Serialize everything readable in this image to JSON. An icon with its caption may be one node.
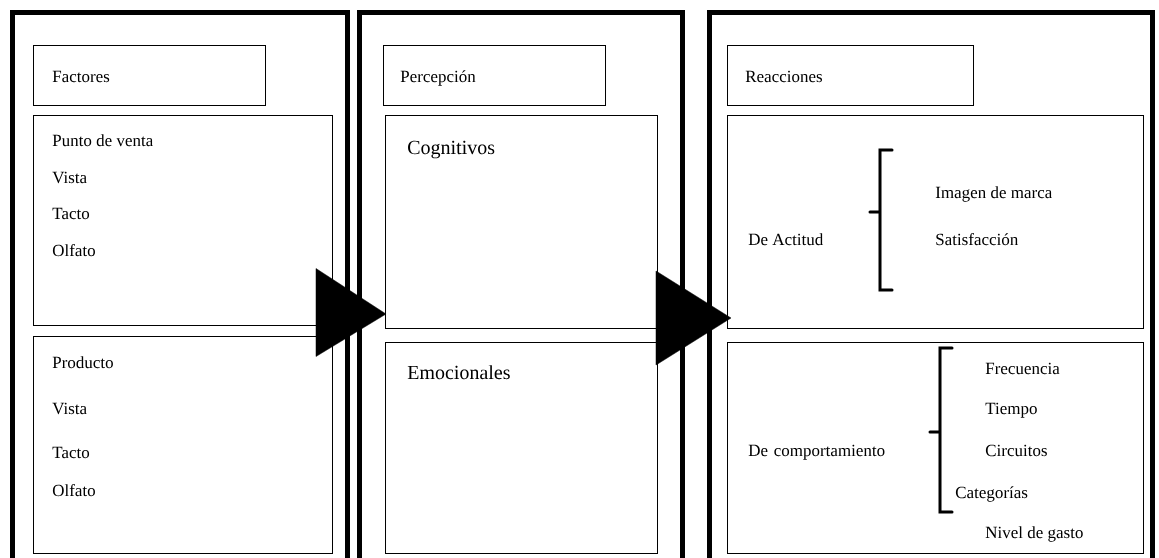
{
  "diagram": {
    "nodes": [
      {
        "text": [],
        "shape": "box"
      },
      {
        "text": [
          "Factores"
        ],
        "in": 0
      },
      {
        "text": [
          "Punto de venta",
          "Vista",
          "Tacto",
          "Olfato"
        ],
        "in": 0
      },
      {
        "text": [
          "Producto",
          "Vista",
          "Tacto",
          "Olfato"
        ],
        "in": 0
      },
      {
        "text": [],
        "shape": "box"
      },
      {
        "text": [
          "Percepción"
        ],
        "in": 4
      },
      {
        "text": [
          "Cognitivos"
        ],
        "in": 4
      },
      {
        "text": [
          "Emocionales"
        ],
        "in": 4
      },
      {
        "text": [],
        "shape": "box"
      },
      {
        "text": [
          "Reacciones"
        ],
        "in": 8
      },
      {
        "text": [
          "De Actitud",
          "Imagen de marca",
          "Satisfacción"
        ],
        "in": 8
      },
      {
        "text": [
          "De comportamiento",
          "Frecuencia",
          "Tiempo",
          "Circuitos",
          "Categorías",
          "Nivel de gasto"
        ],
        "in": 8
      }
    ],
    "edges": [
      {
        "from": 2,
        "to": 6,
        "arrow": "to"
      },
      {
        "from": 6,
        "to": 10,
        "arrow": "to"
      }
    ]
  }
}
